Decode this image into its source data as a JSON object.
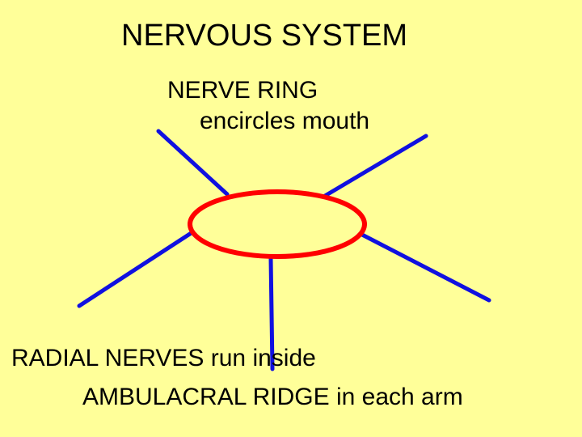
{
  "title": "NERVOUS SYSTEM",
  "nerve_ring_label": {
    "line1": "NERVE RING",
    "line2": "encircles mouth"
  },
  "radial_nerves_label": {
    "line1": "RADIAL NERVES run inside",
    "line2": "AMBULACRAL RIDGE in each arm"
  },
  "colors": {
    "background": "#FFFF99",
    "nerve_ring": "#FF0000",
    "radial_nerves": "#0000FF",
    "text": "#000000"
  }
}
